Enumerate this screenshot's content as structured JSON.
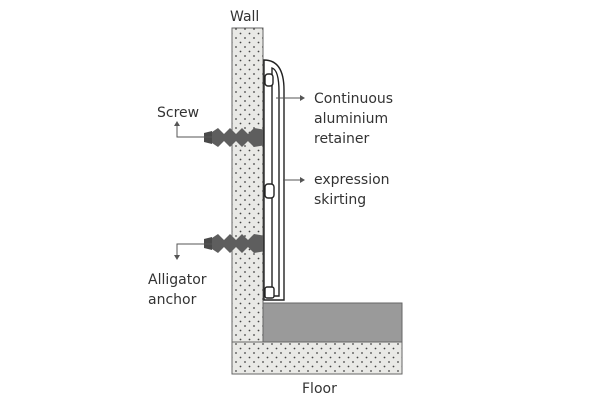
{
  "labels": {
    "wall": "Wall",
    "floor": "Floor",
    "screw": "Screw",
    "retainer_1": "Continuous",
    "retainer_2": "aluminium",
    "retainer_3": "retainer",
    "skirting_1": "expression",
    "skirting_2": "skirting",
    "anchor_1": "Alligator",
    "anchor_2": "anchor"
  },
  "colors": {
    "concrete": "#e9e9e6",
    "concrete_dots": "#444444",
    "floor_finish": "#9a9a9a",
    "fixing": "#5e5e5e",
    "profile_stroke": "#222222",
    "text": "#333333"
  }
}
